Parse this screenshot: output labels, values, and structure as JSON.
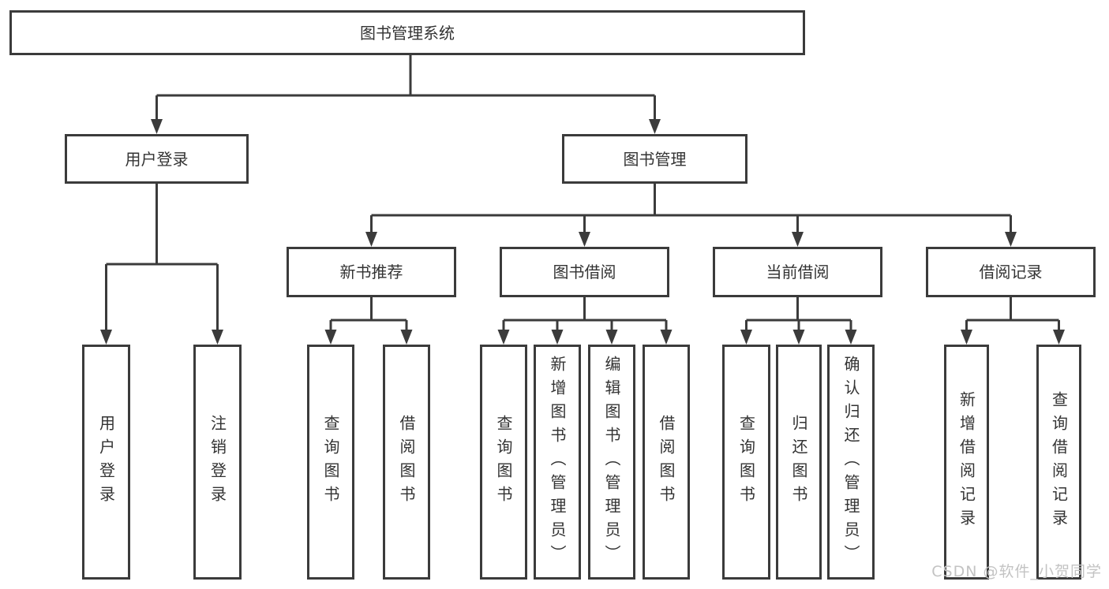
{
  "colors": {
    "line": "#3b3b3b",
    "text": "#333333",
    "background": "#ffffff",
    "watermark": "#c3c3c3"
  },
  "watermark": {
    "text": "CSDN @软件_小贺同学"
  },
  "tree": {
    "root": {
      "label": "图书管理系统",
      "children": [
        {
          "label": "用户登录",
          "children": [
            {
              "label": "用户登录"
            },
            {
              "label": "注销登录"
            }
          ]
        },
        {
          "label": "图书管理",
          "children": [
            {
              "label": "新书推荐",
              "children": [
                {
                  "label": "查询图书"
                },
                {
                  "label": "借阅图书"
                }
              ]
            },
            {
              "label": "图书借阅",
              "children": [
                {
                  "label": "查询图书"
                },
                {
                  "label": "新增图书（管理员）"
                },
                {
                  "label": "编辑图书（管理员）"
                },
                {
                  "label": "借阅图书"
                }
              ]
            },
            {
              "label": "当前借阅",
              "children": [
                {
                  "label": "查询图书"
                },
                {
                  "label": "归还图书"
                },
                {
                  "label": "确认归还（管理员）"
                }
              ]
            },
            {
              "label": "借阅记录",
              "children": [
                {
                  "label": "新增借阅记录"
                },
                {
                  "label": "查询借阅记录"
                }
              ]
            }
          ]
        }
      ]
    }
  }
}
